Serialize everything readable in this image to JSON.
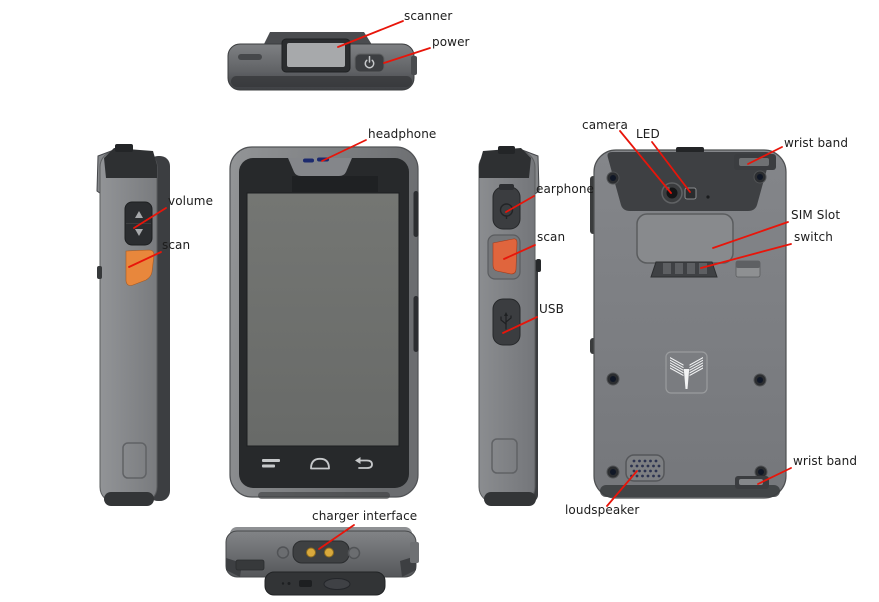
{
  "labels": {
    "scanner": "scanner",
    "power": "power",
    "headphone": "headphone",
    "volume": "volume",
    "scan_left": "scan",
    "earphone": "earphone",
    "scan_right": "scan",
    "usb": "USB",
    "camera": "camera",
    "led": "LED",
    "wrist_band_top": "wrist band",
    "sim_slot": "SIM Slot",
    "switch": "switch",
    "loudspeaker": "loudspeaker",
    "wrist_band_bottom": "wrist band",
    "charger_interface": "charger interface"
  },
  "colors": {
    "leader_line": "#e8150a",
    "scan_button_left": "#e8873c",
    "scan_button_right": "#e0653d",
    "charger_pins": "#d9a93c",
    "earpiece": "#1c2a6e",
    "speaker_holes": "#2c3350"
  }
}
